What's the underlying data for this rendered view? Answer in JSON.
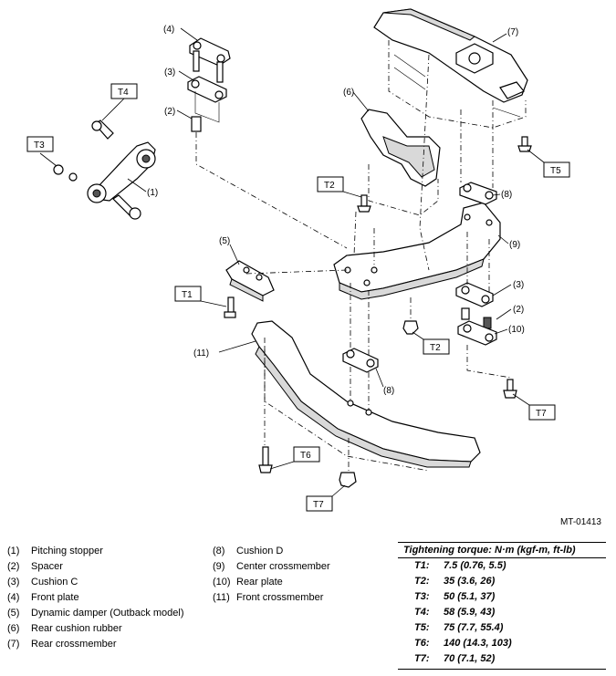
{
  "figure_id": "MT-01413",
  "callouts": {
    "c1": "(1)",
    "c2a": "(2)",
    "c2b": "(2)",
    "c3a": "(3)",
    "c3b": "(3)",
    "c4": "(4)",
    "c5": "(5)",
    "c6": "(6)",
    "c7": "(7)",
    "c8a": "(8)",
    "c8b": "(8)",
    "c9": "(9)",
    "c10": "(10)",
    "c11": "(11)"
  },
  "torque_tags": {
    "t1": "T1",
    "t2a": "T2",
    "t2b": "T2",
    "t3": "T3",
    "t4": "T4",
    "t5": "T5",
    "t6": "T6",
    "t7a": "T7",
    "t7b": "T7"
  },
  "legend": [
    {
      "num": "(1)",
      "label": "Pitching stopper"
    },
    {
      "num": "(2)",
      "label": "Spacer"
    },
    {
      "num": "(3)",
      "label": "Cushion C"
    },
    {
      "num": "(4)",
      "label": "Front plate"
    },
    {
      "num": "(5)",
      "label": "Dynamic damper (Outback model)"
    },
    {
      "num": "(6)",
      "label": "Rear cushion rubber"
    },
    {
      "num": "(7)",
      "label": "Rear crossmember"
    },
    {
      "num": "(8)",
      "label": "Cushion D"
    },
    {
      "num": "(9)",
      "label": "Center crossmember"
    },
    {
      "num": "(10)",
      "label": "Rear plate"
    },
    {
      "num": "(11)",
      "label": "Front crossmember"
    }
  ],
  "torque_table": {
    "heading": "Tightening torque: N·m (kgf-m, ft-lb)",
    "rows": [
      {
        "code": "T1:",
        "value": "7.5 (0.76, 5.5)"
      },
      {
        "code": "T2:",
        "value": "35 (3.6, 26)"
      },
      {
        "code": "T3:",
        "value": "50 (5.1, 37)"
      },
      {
        "code": "T4:",
        "value": "58 (5.9, 43)"
      },
      {
        "code": "T5:",
        "value": "75 (7.7, 55.4)"
      },
      {
        "code": "T6:",
        "value": "140 (14.3, 103)"
      },
      {
        "code": "T7:",
        "value": "70 (7.1, 52)"
      }
    ]
  }
}
